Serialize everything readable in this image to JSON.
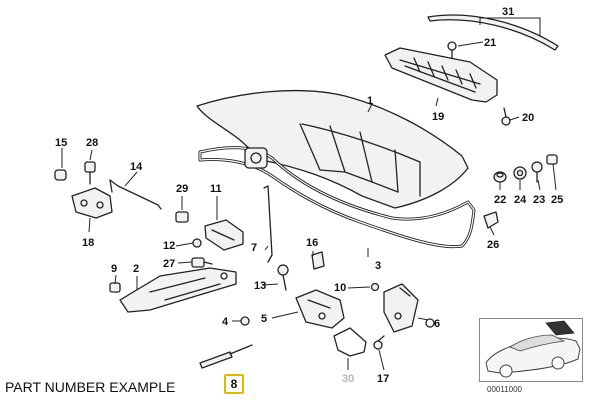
{
  "caption": "PART NUMBER EXAMPLE",
  "highlighted_part": "8",
  "highlight_color": "#e0b800",
  "diagram_code": "00011000",
  "labels": [
    "1",
    "2",
    "3",
    "4",
    "5",
    "6",
    "7",
    "9",
    "10",
    "11",
    "12",
    "13",
    "14",
    "15",
    "16",
    "17",
    "18",
    "19",
    "20",
    "21",
    "22",
    "23",
    "24",
    "25",
    "26",
    "27",
    "28",
    "29",
    "30",
    "31"
  ]
}
